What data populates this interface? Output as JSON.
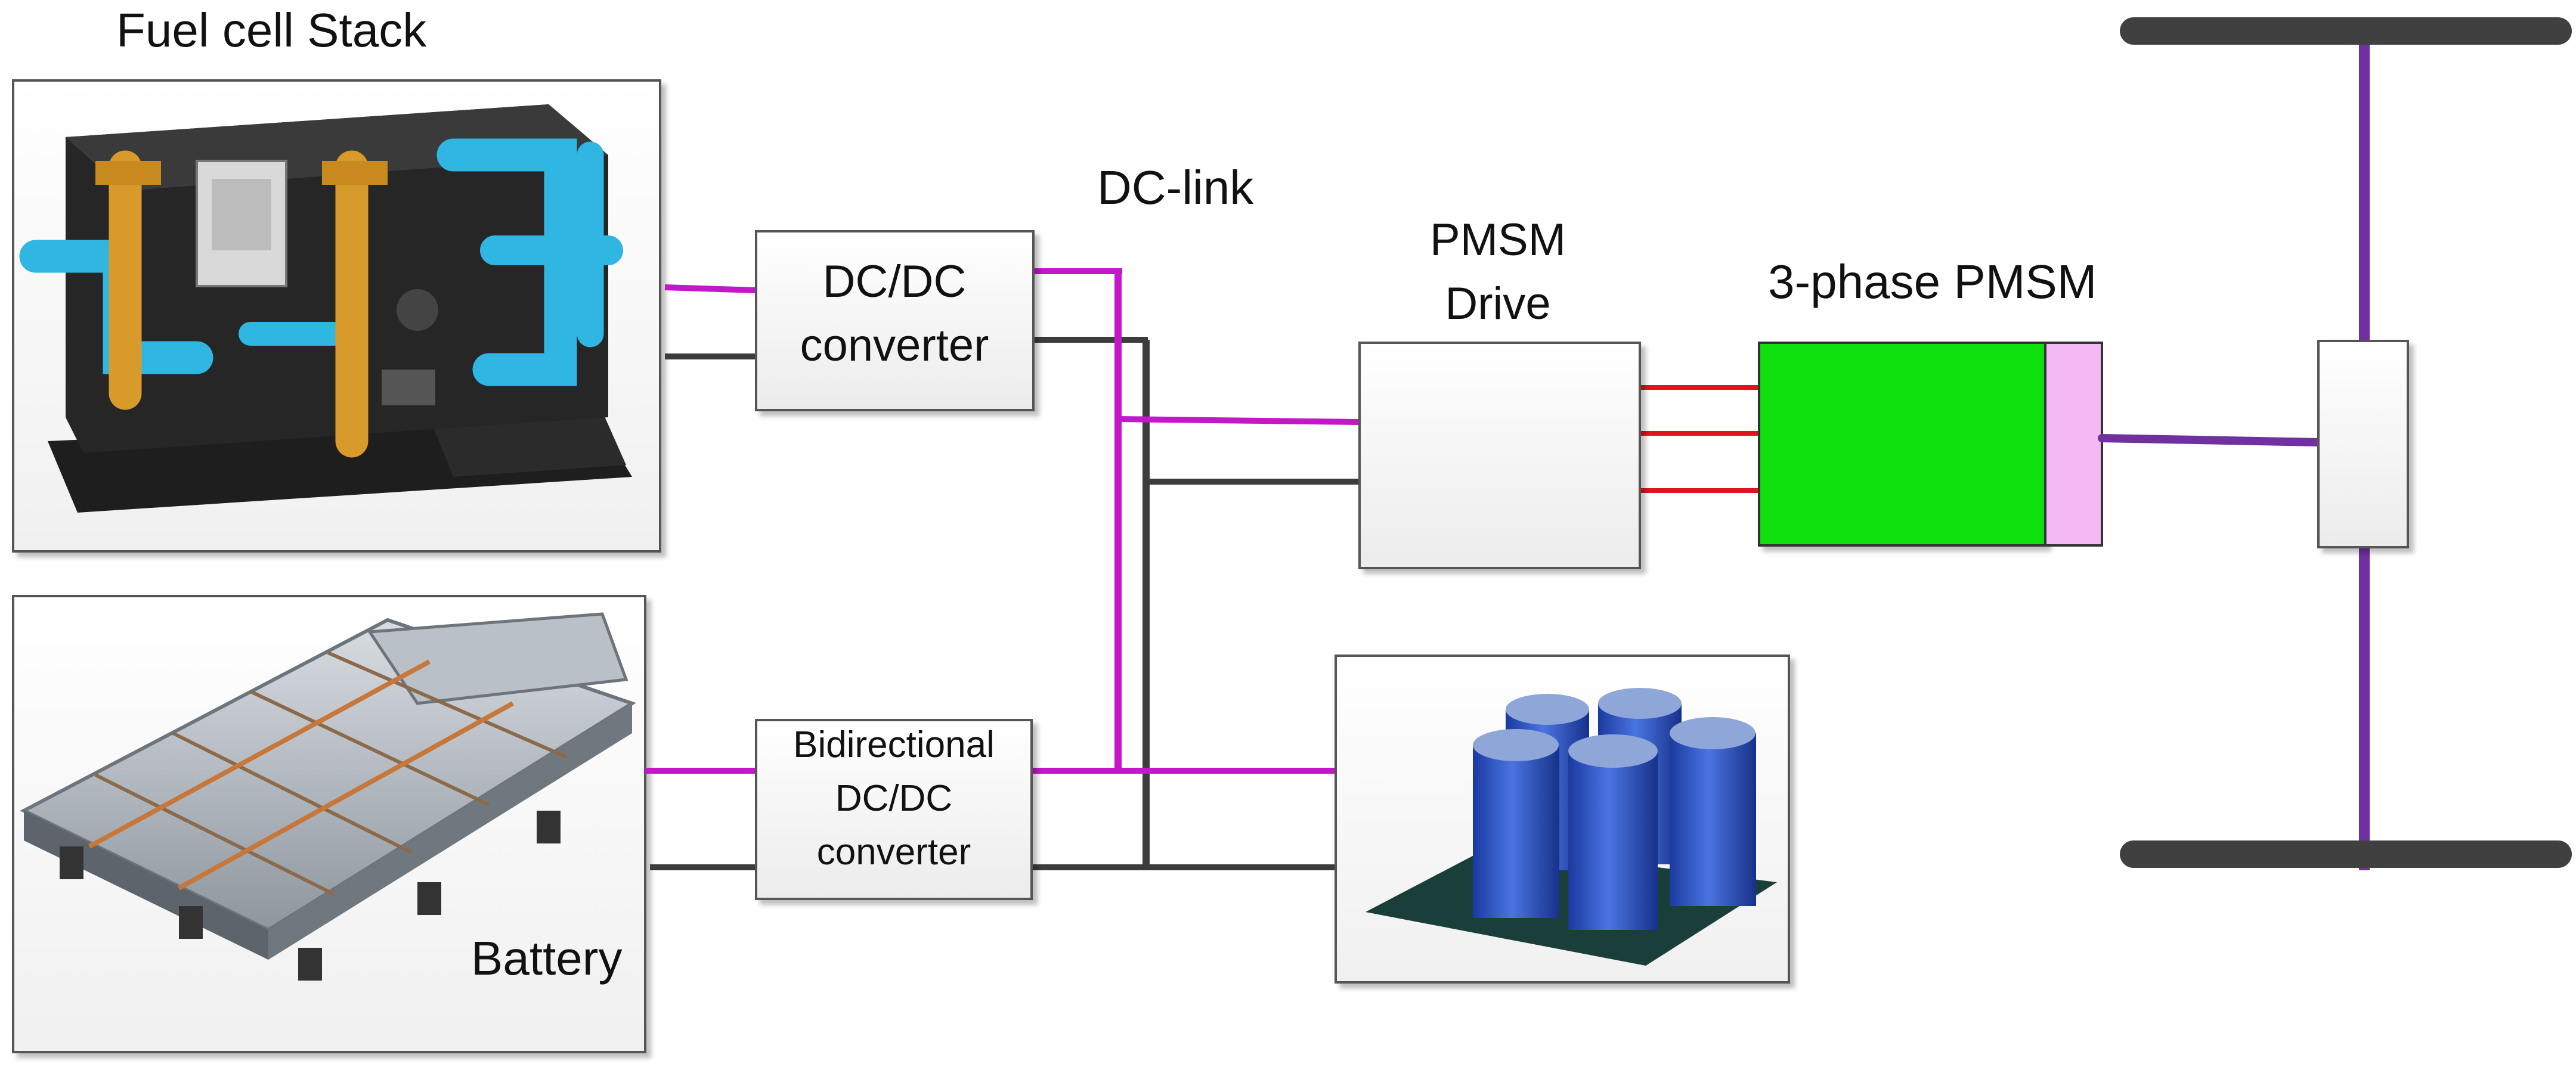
{
  "labels": {
    "fuel_cell": "Fuel cell Stack",
    "battery": "Battery",
    "dcdc_line1": "DC/DC",
    "dcdc_line2": "converter",
    "bidi_line1": "Bidirectional",
    "bidi_line2": "DC/DC",
    "bidi_line3": "converter",
    "dc_link": "DC-link",
    "pmsm_drive_line1": "PMSM",
    "pmsm_drive_line2": "Drive",
    "motor": "3-phase PMSM"
  },
  "colors": {
    "positive_bus": "#c218c8",
    "negative_bus": "#3c3c3c",
    "phase_wires": "#e0141e",
    "shaft_axle": "#7030a0",
    "motor_body": "#10e010",
    "motor_end": "#f4b8f4",
    "wheel": "#404040"
  }
}
